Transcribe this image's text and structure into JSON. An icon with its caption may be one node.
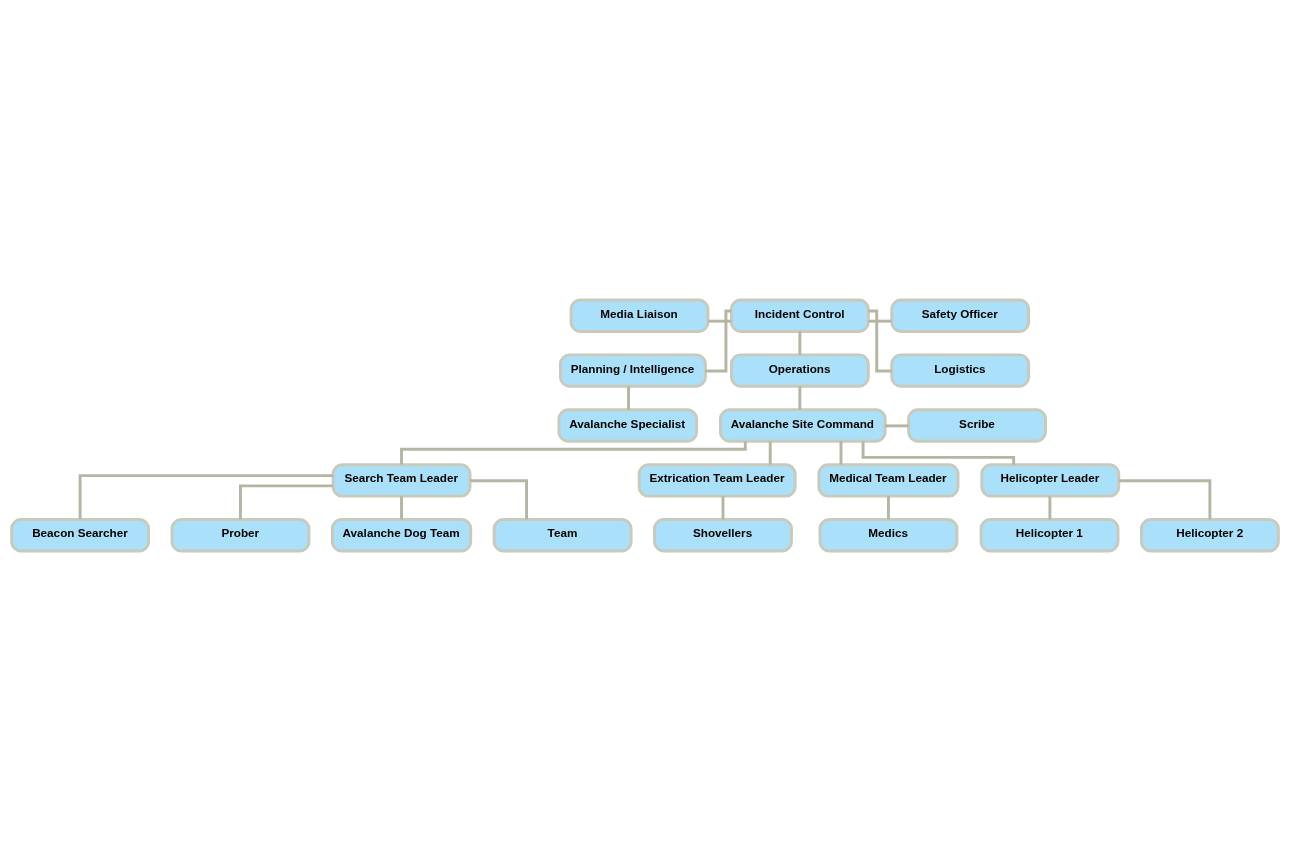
{
  "diagram": {
    "nodes": [
      {
        "text": [
          "Media Liaison"
        ]
      },
      {
        "text": [
          "Incident Control"
        ]
      },
      {
        "text": [
          "Safety Officer"
        ]
      },
      {
        "text": [
          "Planning / Intelligence"
        ]
      },
      {
        "text": [
          "Operations"
        ]
      },
      {
        "text": [
          "Logistics"
        ]
      },
      {
        "text": [
          "Avalanche Specialist"
        ]
      },
      {
        "text": [
          "Avalanche Site Command"
        ]
      },
      {
        "text": [
          "Scribe"
        ]
      },
      {
        "text": [
          "Search Team Leader"
        ]
      },
      {
        "text": [
          "Extrication Team Leader"
        ]
      },
      {
        "text": [
          "Medical Team Leader"
        ]
      },
      {
        "text": [
          "Helicopter Leader"
        ]
      },
      {
        "text": [
          "Beacon Searcher"
        ]
      },
      {
        "text": [
          "Shovellers"
        ]
      },
      {
        "text": [
          "Medics"
        ]
      },
      {
        "text": [
          "Helicopter 1"
        ]
      },
      {
        "text": [
          "Prober"
        ]
      },
      {
        "text": [
          "Helicopter 2"
        ]
      },
      {
        "text": [
          "Avalanche Dog Team"
        ]
      },
      {
        "text": [
          "Team"
        ]
      }
    ],
    "edges": [
      {
        "from": 0,
        "to": 1,
        "arrow": "none"
      },
      {
        "from": 1,
        "to": 2,
        "arrow": "none"
      },
      {
        "from": 1,
        "to": 3,
        "arrow": "none"
      },
      {
        "from": 1,
        "to": 4,
        "arrow": "none"
      },
      {
        "from": 1,
        "to": 5,
        "arrow": "none"
      },
      {
        "from": 3,
        "to": 6,
        "arrow": "none"
      },
      {
        "from": 4,
        "to": 7,
        "arrow": "none"
      },
      {
        "from": 7,
        "to": 8,
        "arrow": "none"
      },
      {
        "from": 7,
        "to": 9,
        "arrow": "none"
      },
      {
        "from": 7,
        "to": 10,
        "arrow": "none"
      },
      {
        "from": 7,
        "to": 11,
        "arrow": "none"
      },
      {
        "from": 7,
        "to": 12,
        "arrow": "none"
      },
      {
        "from": 9,
        "to": 13,
        "arrow": "none"
      },
      {
        "from": 9,
        "to": 17,
        "arrow": "none"
      },
      {
        "from": 9,
        "to": 19,
        "arrow": "none"
      },
      {
        "from": 9,
        "to": 20,
        "arrow": "none"
      },
      {
        "from": 10,
        "to": 14,
        "arrow": "none"
      },
      {
        "from": 11,
        "to": 15,
        "arrow": "none"
      },
      {
        "from": 12,
        "to": 16,
        "arrow": "none"
      },
      {
        "from": 12,
        "to": 18,
        "arrow": "none"
      }
    ]
  }
}
